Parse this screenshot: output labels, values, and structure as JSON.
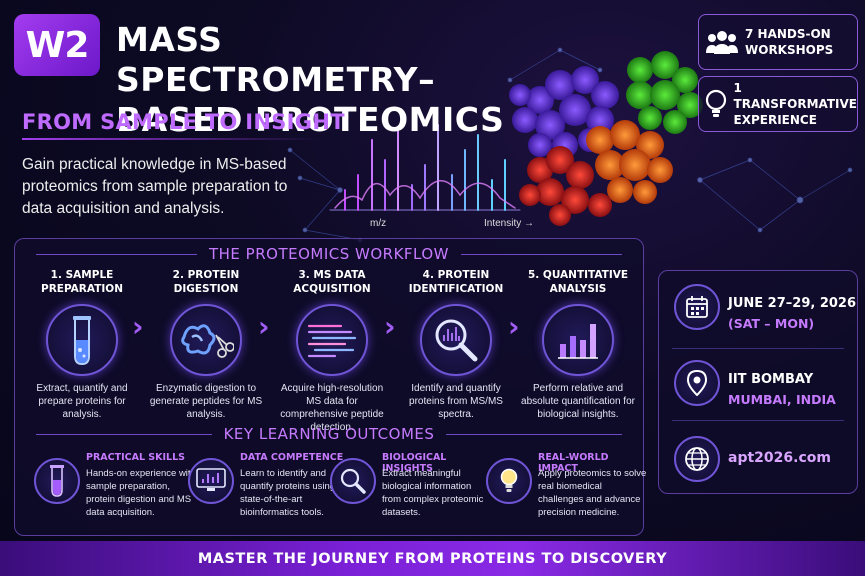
{
  "header": {
    "badge": "W2",
    "title_line1": "MASS SPECTROMETRY–",
    "title_line2": "BASED PROTEOMICS",
    "subtitle": "FROM SAMPLE TO INSIGHT",
    "description": "Gain practical knowledge in MS-based proteomics from sample preparation to data acquisition and analysis."
  },
  "spectrum": {
    "x_label": "m/z",
    "y_label": "Intensity →"
  },
  "stats": [
    {
      "line1": "7 HANDS-ON",
      "line2": "WORKSHOPS",
      "icon": "people-icon"
    },
    {
      "line1": "1 TRANSFORMATIVE",
      "line2": "EXPERIENCE",
      "icon": "lightbulb-icon"
    }
  ],
  "workflow": {
    "title": "THE PROTEOMICS WORKFLOW",
    "steps": [
      {
        "label1": "1. SAMPLE",
        "label2": "PREPARATION",
        "desc": "Extract, quantify and prepare proteins for analysis.",
        "icon": "test-tube-icon"
      },
      {
        "label1": "2. PROTEIN",
        "label2": "DIGESTION",
        "desc": "Enzymatic digestion to generate peptides for MS analysis.",
        "icon": "scissors-protein-icon"
      },
      {
        "label1": "3. MS DATA",
        "label2": "ACQUISITION",
        "desc": "Acquire high-resolution MS data for comprehensive peptide detection.",
        "icon": "ms-data-icon"
      },
      {
        "label1": "4. PROTEIN",
        "label2": "IDENTIFICATION",
        "desc": "Identify and quantify proteins from MS/MS spectra.",
        "icon": "magnifier-icon"
      },
      {
        "label1": "5. QUANTITATIVE",
        "label2": "ANALYSIS",
        "desc": "Perform relative and absolute quantification for biological insights.",
        "icon": "bar-chart-icon"
      }
    ]
  },
  "outcomes": {
    "title": "KEY LEARNING OUTCOMES",
    "items": [
      {
        "title": "PRACTICAL SKILLS",
        "desc": "Hands-on experience with sample preparation, protein digestion and MS data acquisition.",
        "icon": "test-tube-icon"
      },
      {
        "title": "DATA COMPETENCE",
        "desc": "Learn to identify and quantify proteins using state-of-the-art bioinformatics tools.",
        "icon": "monitor-chart-icon"
      },
      {
        "title": "BIOLOGICAL INSIGHTS",
        "desc": "Extract meaningful biological information from complex proteomic datasets.",
        "icon": "magnifier-icon"
      },
      {
        "title": "REAL-WORLD IMPACT",
        "desc": "Apply proteomics to solve real biomedical challenges and advance precision medicine.",
        "icon": "lightbulb-icon"
      }
    ]
  },
  "event": {
    "date": "JUNE 27–29, 2026",
    "days": "(SAT – MON)",
    "venue": "IIT BOMBAY",
    "city": "MUMBAI, INDIA",
    "website": "apt2026.com"
  },
  "footer": "MASTER THE JOURNEY FROM PROTEINS TO DISCOVERY",
  "colors": {
    "accent": "#c67bff",
    "badge": "#8a2be2",
    "background": "#0d0a24"
  }
}
